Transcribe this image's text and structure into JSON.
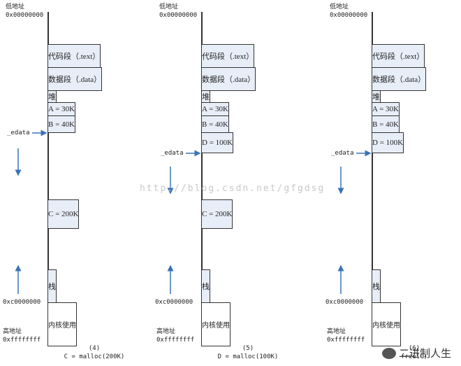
{
  "labels": {
    "low_addr": "低地址",
    "low_hex": "0x00000000",
    "high_addr": "高地址",
    "high_hex": "0xffffffff",
    "stack_top_hex": "0xc0000000",
    "edata": "_edata"
  },
  "columns": [
    {
      "step": "(4)",
      "op": "C = malloc(200K)",
      "segments": [
        {
          "text": ""
        },
        {
          "text": "代码段（.text）"
        },
        {
          "text": "数据段（.data）"
        },
        {
          "text": "堆"
        },
        {
          "text": "A = 30K"
        },
        {
          "text": "B = 40K"
        },
        {
          "text": ""
        },
        {
          "text": "C = 200K"
        },
        {
          "text": ""
        },
        {
          "text": "栈"
        },
        {
          "text": "内核使用"
        }
      ]
    },
    {
      "step": "(5)",
      "op": "D = malloc(100K)",
      "segments": [
        {
          "text": ""
        },
        {
          "text": "代码段（.text）"
        },
        {
          "text": "数据段（.data）"
        },
        {
          "text": "堆"
        },
        {
          "text": "A = 30K"
        },
        {
          "text": "B = 40K"
        },
        {
          "text": "D = 100K"
        },
        {
          "text": ""
        },
        {
          "text": "C = 200K"
        },
        {
          "text": ""
        },
        {
          "text": "栈"
        },
        {
          "text": "内核使用"
        }
      ]
    },
    {
      "step": "(6)",
      "op": "free(C)",
      "segments": [
        {
          "text": ""
        },
        {
          "text": "代码段（.text）"
        },
        {
          "text": "数据段（.data）"
        },
        {
          "text": "堆"
        },
        {
          "text": "A = 30K"
        },
        {
          "text": "B = 40K"
        },
        {
          "text": "D = 100K"
        },
        {
          "text": ""
        },
        {
          "text": "栈"
        },
        {
          "text": "内核使用"
        }
      ]
    }
  ],
  "watermark": "http://blog.csdn.net/gfgdsg",
  "brand": "二进制人生"
}
